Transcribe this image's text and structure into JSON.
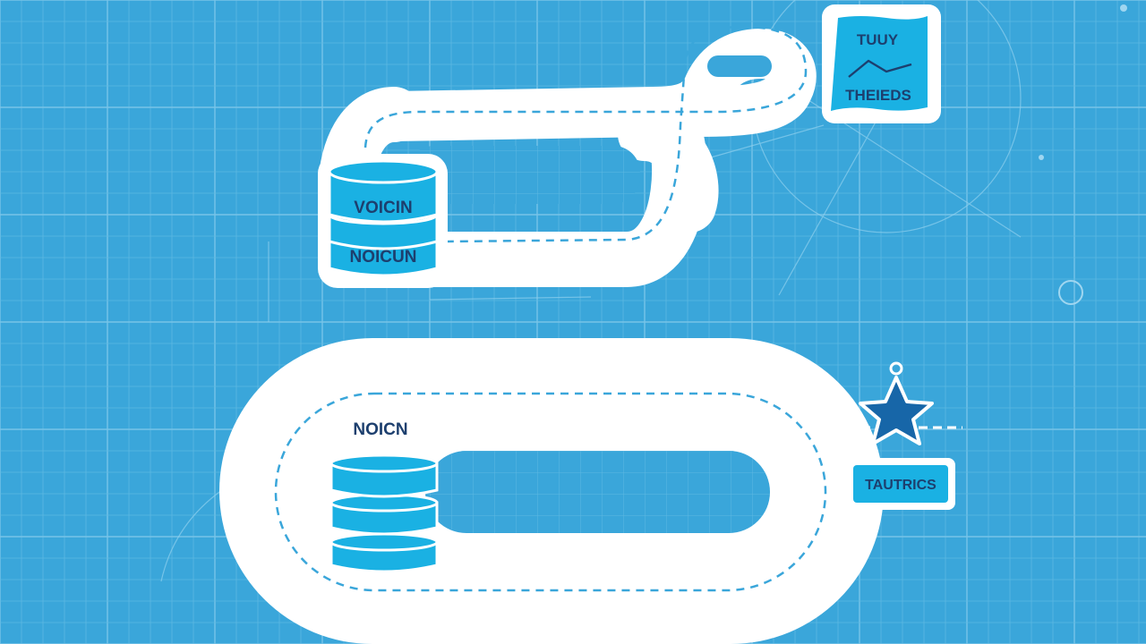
{
  "colors": {
    "background": "#3aa6da",
    "grid_minor": "#5cb8e2",
    "grid_major": "#77c4e8",
    "track": "#ffffff",
    "dash": "#3aa6da",
    "db_fill": "#1ab1e3",
    "db_stroke": "#ffffff",
    "label_text": "#1d3f6e",
    "accent_dark": "#1766a8"
  },
  "labels": {
    "db_top_a": "VOICIN",
    "db_top_b": "NOICUN",
    "db_bottom_label": "NOICN",
    "chart_card_title": "TUUY",
    "chart_card_subtitle": "THEIEDS",
    "tactics_tag": "TAUTRICS"
  },
  "icons": {
    "star": "star-icon",
    "ring": "ring-icon",
    "chart": "trend-line-icon"
  }
}
